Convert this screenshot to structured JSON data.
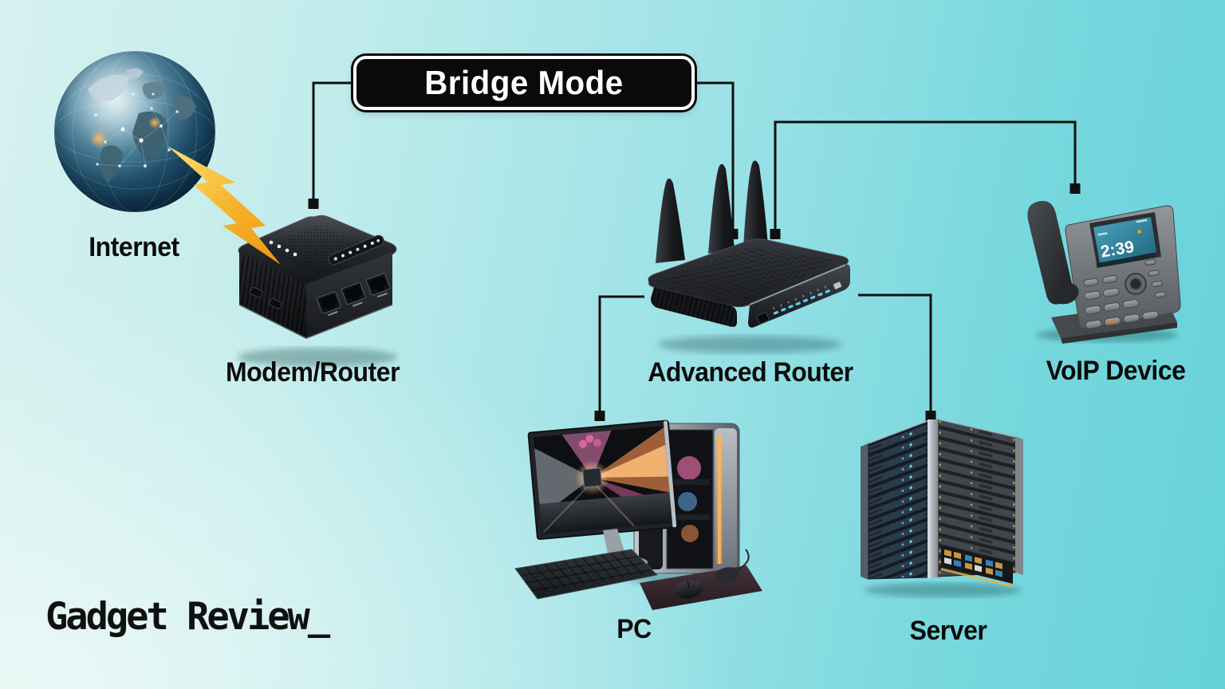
{
  "background": {
    "gradient": [
      "#d6f1ef",
      "#c2ecec",
      "#9ce2e6",
      "#66d2d9"
    ]
  },
  "title_box": {
    "label": "Bridge Mode",
    "bg_color": "#0a0a0a",
    "border_color": "#ffffff",
    "text_color": "#ffffff"
  },
  "watermark": {
    "label": "Gadget Review_"
  },
  "connectors": {
    "color": "#101010",
    "terminal_shape": "square"
  },
  "nodes": {
    "internet": {
      "label": "Internet",
      "icon": "globe-network-icon"
    },
    "modem_router": {
      "label": "Modem/Router",
      "icon": "modem-router-icon"
    },
    "advanced_router": {
      "label": "Advanced Router",
      "icon": "wireless-router-icon"
    },
    "voip_device": {
      "label": "VoIP Device",
      "icon": "voip-phone-icon",
      "screen_time": "2:39"
    },
    "pc": {
      "label": "PC",
      "icon": "desktop-pc-icon"
    },
    "server": {
      "label": "Server",
      "icon": "server-rack-icon"
    }
  },
  "link_internet_modem": {
    "icon": "lightning-bolt-icon",
    "color": "#f6b22a"
  }
}
